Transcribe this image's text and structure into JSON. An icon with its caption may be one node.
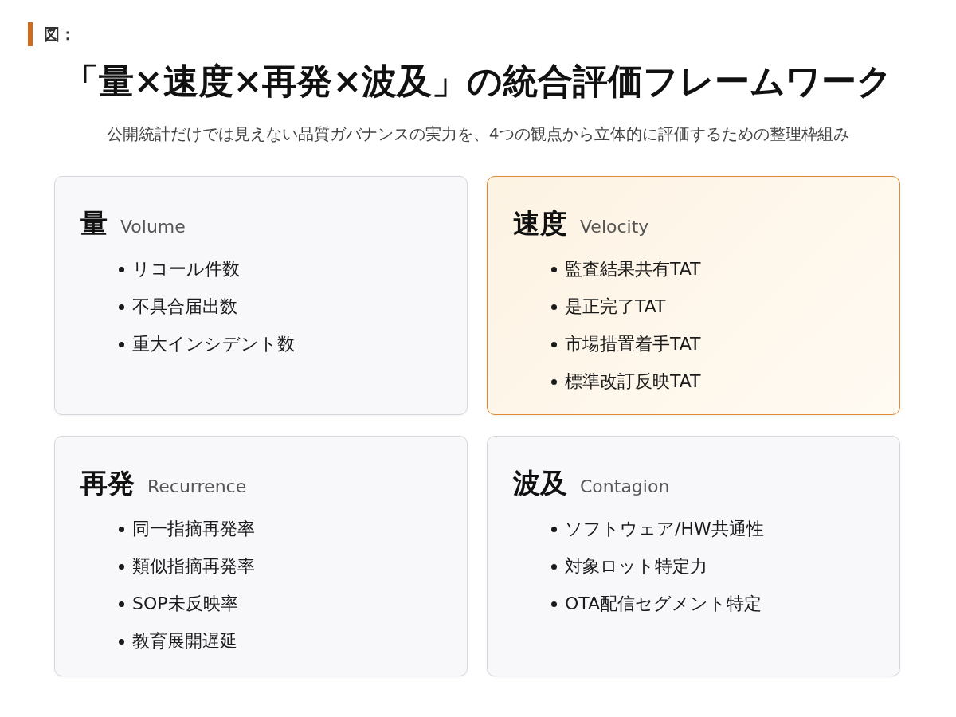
{
  "diagram": {
    "title": "「量×速度×再発×波及」の統合評価フレームワーク",
    "nodes": [
      {
        "text": [
          "量",
          "Volume",
          "リコール件数",
          "不具合届出数",
          "重大インシデント数"
        ]
      },
      {
        "text": [
          "速度",
          "Velocity",
          "監査結果共有TAT",
          "是正完了TAT",
          "市場措置着手TAT",
          "標準改訂反映TAT"
        ]
      },
      {
        "text": [
          "再発",
          "Recurrence",
          "同一指摘再発率",
          "類似指摘再発率",
          "SOP未反映率",
          "教育展開遅延"
        ]
      },
      {
        "text": [
          "波及",
          "Contagion",
          "ソフトウェア/HW共通性",
          "対象ロット特定力",
          "OTA配信セグメント特定"
        ]
      }
    ],
    "edges": [],
    "labels": [
      "図：",
      "公開統計だけでは見えない品質ガバナンスの実力を、4つの観点から立体的に評価するための整理枠組み"
    ]
  }
}
